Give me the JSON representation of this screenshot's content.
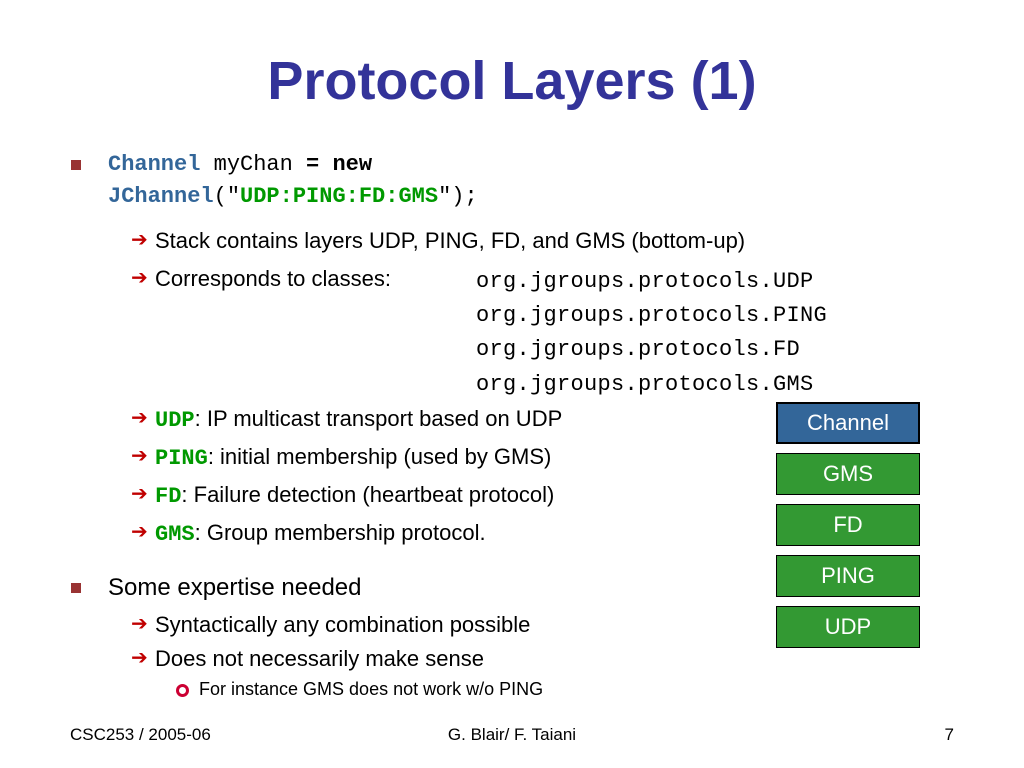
{
  "slide": {
    "title": "Protocol Layers (1)",
    "code": {
      "kw_channel": "Channel",
      "var": "myChan",
      "eq": "=",
      "kw_new": "new",
      "kw_jchannel": "JChannel",
      "open": "(\"",
      "arg": "UDP:PING:FD:GMS",
      "close": "\");"
    },
    "sub1": "Stack contains layers UDP, PING, FD, and GMS (bottom-up)",
    "sub2_label": "Corresponds to classes:",
    "classes": [
      "org.jgroups.protocols.UDP",
      "org.jgroups.protocols.PING",
      "org.jgroups.protocols.FD",
      "org.jgroups.protocols.GMS"
    ],
    "defs": [
      {
        "term": "UDP",
        "desc": ": IP multicast transport based on UDP"
      },
      {
        "term": "PING",
        "desc": ": initial membership (used by GMS)"
      },
      {
        "term": "FD",
        "desc": ": Failure detection (heartbeat protocol)"
      },
      {
        "term": "GMS",
        "desc": ": Group membership protocol."
      }
    ],
    "bullet2": "Some expertise needed",
    "sub3": "Syntactically any combination possible",
    "sub4": "Does not necessarily make sense",
    "sub5": "For instance GMS does not work w/o PING"
  },
  "stack": [
    "Channel",
    "GMS",
    "FD",
    "PING",
    "UDP"
  ],
  "colors": {
    "title": "#333399",
    "channel_box": "#336699",
    "layer_box": "#339933",
    "bullet": "#993333",
    "arrow": "#c00000"
  },
  "footer": {
    "left": "CSC253 / 2005-06",
    "center": "G. Blair/ F. Taiani",
    "page": "7"
  }
}
